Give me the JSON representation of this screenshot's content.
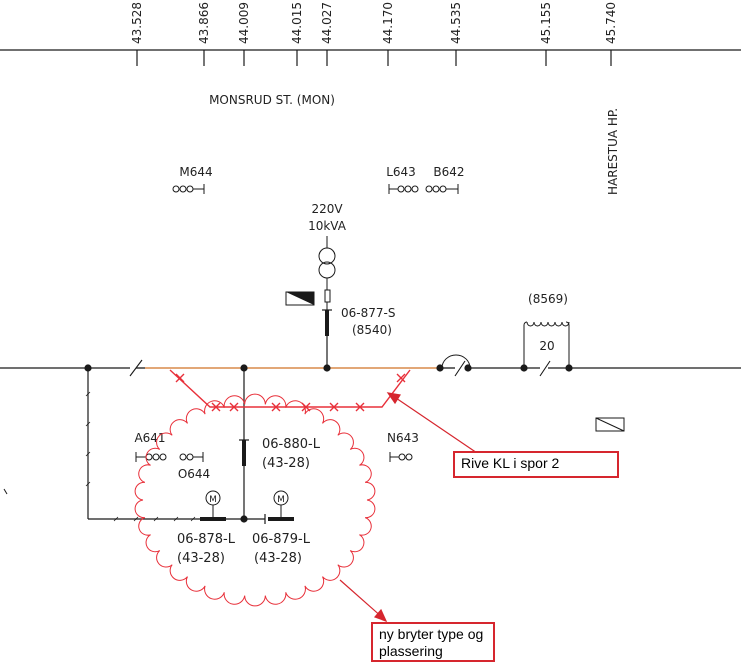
{
  "km_markers": [
    "43.528",
    "43.866",
    "44.009",
    "44.015",
    "44.027",
    "44.170",
    "44.535",
    "45.155",
    "45.740"
  ],
  "station": {
    "name": "MONSRUD ST. (MON)"
  },
  "stop": {
    "name": "HARESTUA HP."
  },
  "signals": {
    "m644": "M644",
    "l643": "L643",
    "b642": "B642",
    "a641": "A641",
    "o644": "O644",
    "n643": "N643"
  },
  "transformer": {
    "voltage": "220V",
    "power": "10kVA"
  },
  "switches": {
    "s877": {
      "id": "06-877-S",
      "ref": "(8540)"
    },
    "s880": {
      "id": "06-880-L",
      "ref": "(43-28)"
    },
    "s878": {
      "id": "06-878-L",
      "ref": "(43-28)"
    },
    "s879": {
      "id": "06-879-L",
      "ref": "(43-28)"
    }
  },
  "section": {
    "ref": "(8569)",
    "number": "20"
  },
  "motor_symbol": "M",
  "annotations": {
    "remove_kl": "Rive KL i spor 2",
    "new_switch": "ny bryter type og plassering"
  },
  "colors": {
    "line": "#1a1a1a",
    "markup_red": "#e8303a",
    "box_red": "#d6262e",
    "catenary": "#d88a4a"
  }
}
